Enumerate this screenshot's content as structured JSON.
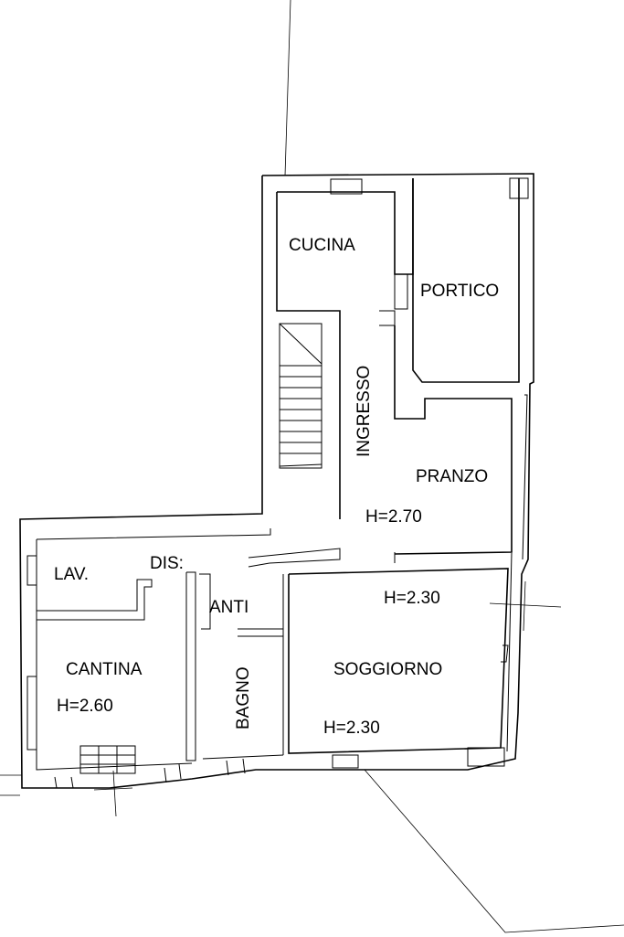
{
  "rooms": {
    "cucina": "CUCINA",
    "portico": "PORTICO",
    "ingresso": "INGRESSO",
    "pranzo": "PRANZO",
    "h_pranzo": "H=2.70",
    "lav": "LAV.",
    "dis": "DIS:",
    "anti": "ANTI",
    "h_soggiorno_top": "H=2.30",
    "cantina": "CANTINA",
    "h_cantina": "H=2.60",
    "bagno": "BAGNO",
    "soggiorno": "SOGGIORNO",
    "h_soggiorno_bottom": "H=2.30"
  }
}
